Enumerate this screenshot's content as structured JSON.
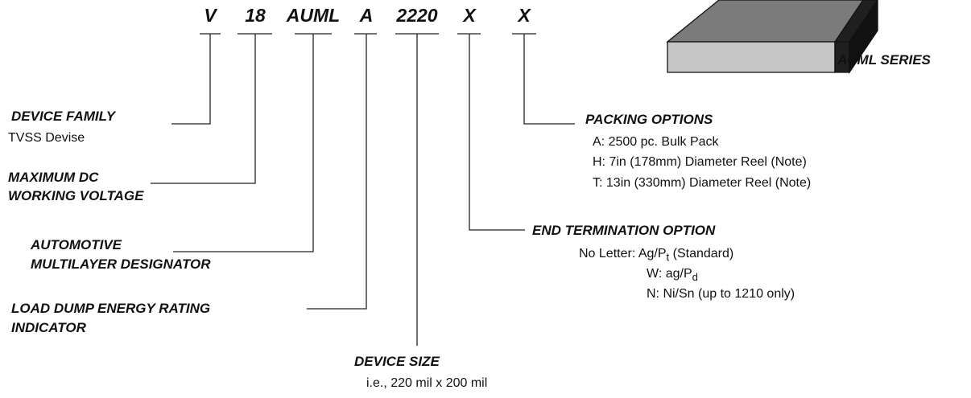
{
  "code": {
    "v": "V",
    "voltage": "18",
    "series": "AUML",
    "energy": "A",
    "size": "2220",
    "termination": "X",
    "packing": "X"
  },
  "series_label": "AUML SERIES",
  "device_family": {
    "title": "DEVICE FAMILY",
    "value": "TVSS Devise"
  },
  "max_voltage": {
    "title_line1": "MAXIMUM DC",
    "title_line2": "WORKING VOLTAGE"
  },
  "designator": {
    "title_line1": "AUTOMOTIVE",
    "title_line2": "MULTILAYER DESIGNATOR"
  },
  "load_dump": {
    "title_line1": "LOAD DUMP ENERGY RATING",
    "title_line2": "INDICATOR"
  },
  "device_size": {
    "title": "DEVICE SIZE",
    "value": "i.e., 220 mil x 200 mil"
  },
  "packing": {
    "title": "PACKING OPTIONS",
    "options": [
      "A: 2500 pc. Bulk Pack",
      "H: 7in (178mm) Diameter Reel (Note)",
      "T: 13in (330mm) Diameter Reel (Note)"
    ]
  },
  "termination": {
    "title": "END TERMINATION OPTION",
    "opt1_prefix": "No Letter: Ag/P",
    "opt1_sub": "t",
    "opt1_suffix": " (Standard)",
    "opt2_prefix": "W: ag/P",
    "opt2_sub": "d",
    "opt3": "N: Ni/Sn (up to 1210 only)"
  }
}
